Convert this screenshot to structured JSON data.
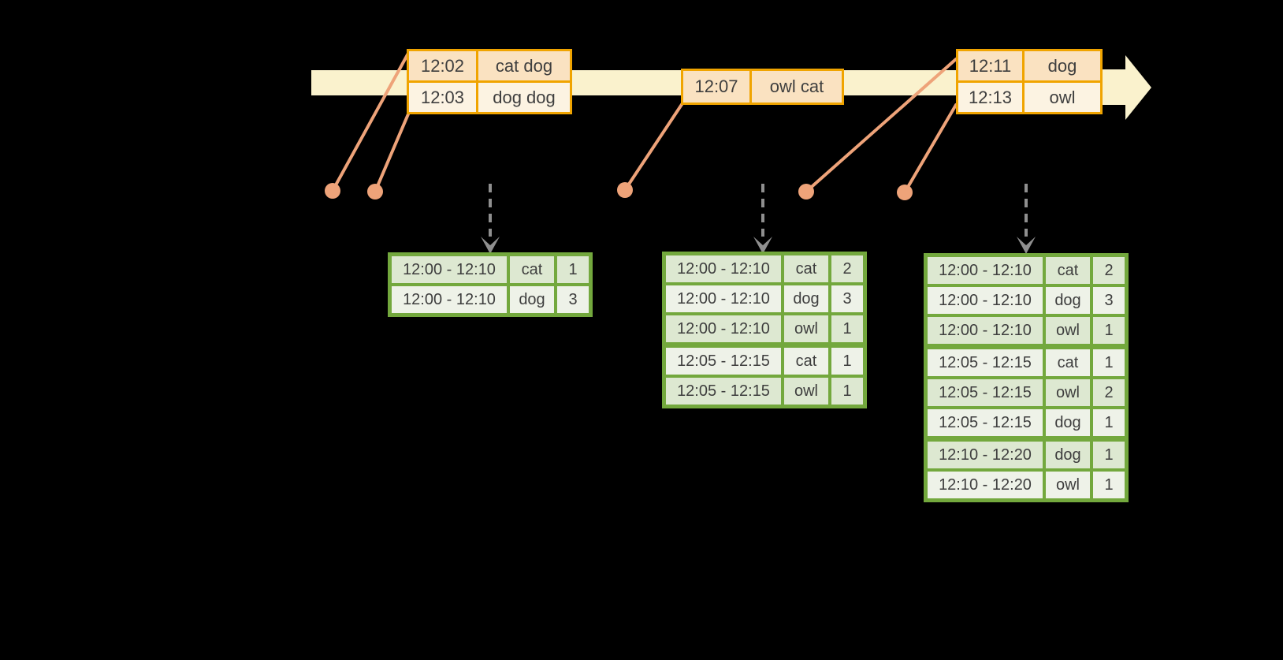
{
  "colors": {
    "background": "#000000",
    "band": "#FAF2CD",
    "orange_border": "#F0A400",
    "peach_dark": "#FAE2C1",
    "peach_light": "#FCF3E2",
    "salmon": "#EEA379",
    "green_border": "#73A83D",
    "green_dark": "#DDE8D1",
    "green_light": "#EEF2E8",
    "gray_arrow": "#8F8F8F",
    "text": "#3E3E3E"
  },
  "icons": {
    "timeline_arrow": "block-arrow-right",
    "event_dot": "filled-circle",
    "update_arrow": "dashed-down-arrow"
  },
  "event_boxes": [
    {
      "rows": [
        {
          "time": "12:02",
          "words": "cat dog"
        },
        {
          "time": "12:03",
          "words": "dog dog"
        }
      ]
    },
    {
      "rows": [
        {
          "time": "12:07",
          "words": "owl cat"
        }
      ]
    },
    {
      "rows": [
        {
          "time": "12:11",
          "words": "dog"
        },
        {
          "time": "12:13",
          "words": "owl"
        }
      ]
    }
  ],
  "result_tables": [
    {
      "groups": [
        [
          {
            "window": "12:00 - 12:10",
            "word": "cat",
            "count": "1"
          },
          {
            "window": "12:00 - 12:10",
            "word": "dog",
            "count": "3"
          }
        ]
      ]
    },
    {
      "groups": [
        [
          {
            "window": "12:00 - 12:10",
            "word": "cat",
            "count": "2"
          },
          {
            "window": "12:00 - 12:10",
            "word": "dog",
            "count": "3"
          },
          {
            "window": "12:00 - 12:10",
            "word": "owl",
            "count": "1"
          }
        ],
        [
          {
            "window": "12:05 - 12:15",
            "word": "cat",
            "count": "1"
          },
          {
            "window": "12:05 - 12:15",
            "word": "owl",
            "count": "1"
          }
        ]
      ]
    },
    {
      "groups": [
        [
          {
            "window": "12:00 - 12:10",
            "word": "cat",
            "count": "2"
          },
          {
            "window": "12:00 - 12:10",
            "word": "dog",
            "count": "3"
          },
          {
            "window": "12:00 - 12:10",
            "word": "owl",
            "count": "1"
          }
        ],
        [
          {
            "window": "12:05 - 12:15",
            "word": "cat",
            "count": "1"
          },
          {
            "window": "12:05 - 12:15",
            "word": "owl",
            "count": "2"
          },
          {
            "window": "12:05 - 12:15",
            "word": "dog",
            "count": "1"
          }
        ],
        [
          {
            "window": "12:10 - 12:20",
            "word": "dog",
            "count": "1"
          },
          {
            "window": "12:10 - 12:20",
            "word": "owl",
            "count": "1"
          }
        ]
      ]
    }
  ]
}
